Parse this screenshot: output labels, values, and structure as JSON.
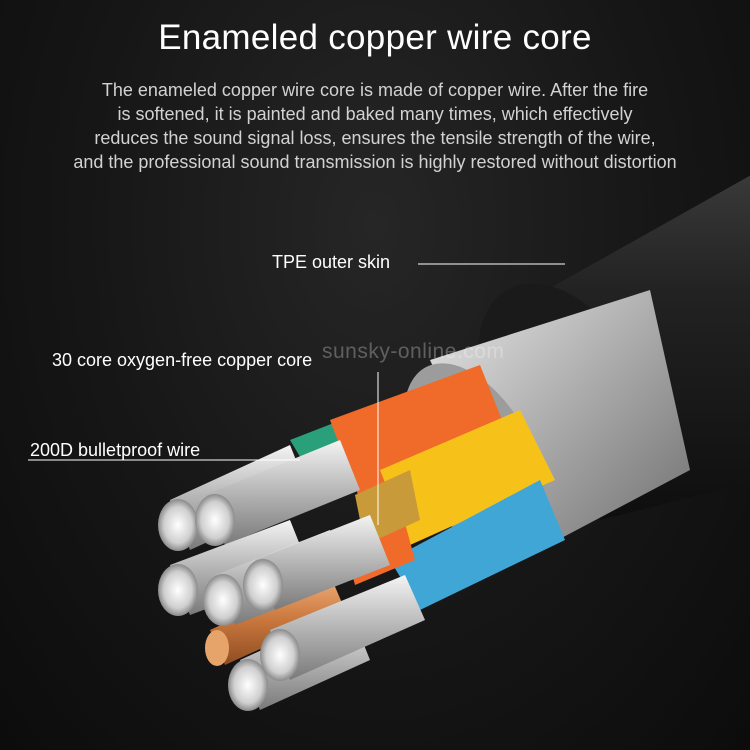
{
  "heading": "Enameled copper wire core",
  "description": [
    "The enameled copper wire core is made of copper wire. After the fire",
    "is softened, it is painted and baked many times, which effectively",
    "reduces the sound signal loss, ensures the tensile strength of the wire,",
    "and the professional sound transmission is highly restored without distortion"
  ],
  "callouts": {
    "outer_skin": "TPE outer skin",
    "copper_core": "30 core oxygen-free copper core",
    "bulletproof_wire": "200D bulletproof wire"
  },
  "watermark": "sunsky-online.com",
  "colors": {
    "background": "#141414",
    "outer_jacket": "#1e1e1e",
    "shield": "#b8b8b8",
    "insulation_orange": "#f06a2a",
    "insulation_yellow": "#f6c21a",
    "insulation_blue": "#3fa6d6",
    "insulation_green": "#2aa07a",
    "copper": "#d98a4a",
    "tinned_strand": "#d8d8d8"
  }
}
